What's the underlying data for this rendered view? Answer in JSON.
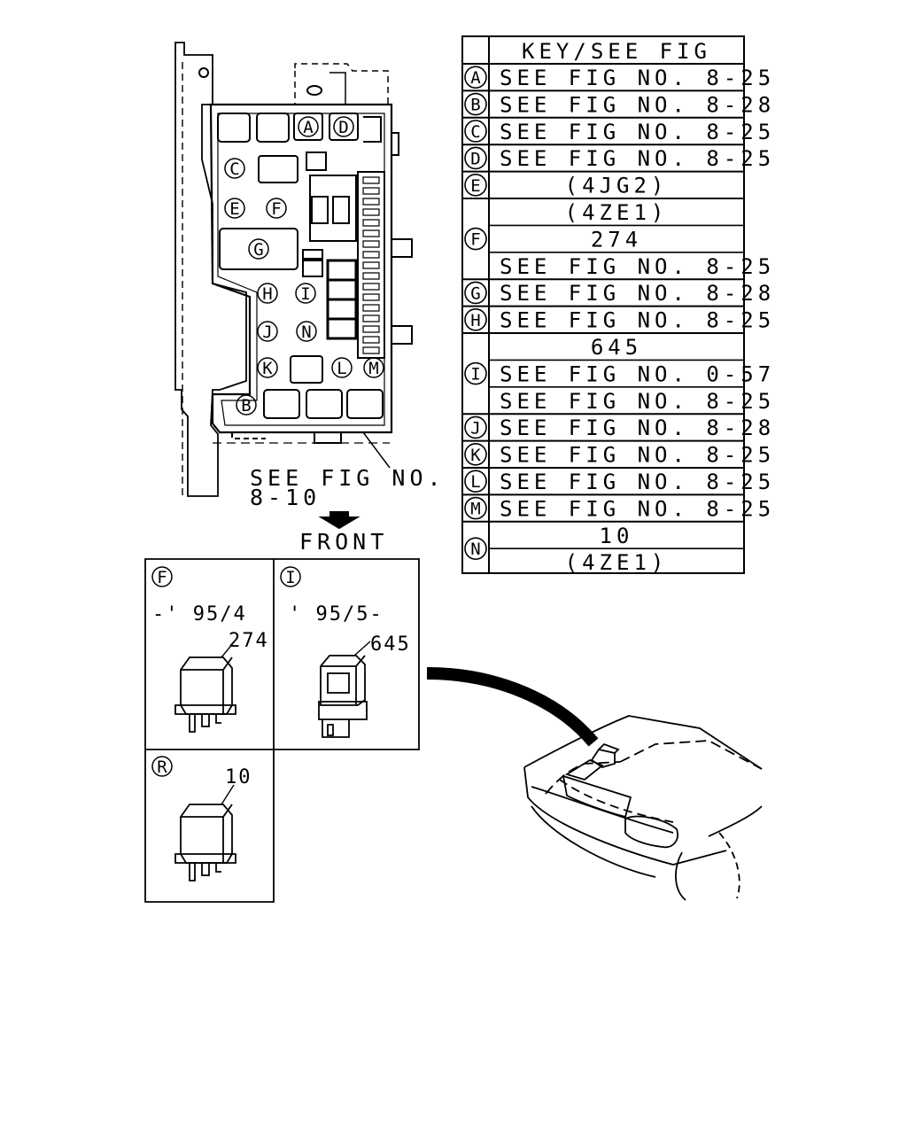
{
  "key_table": {
    "header": "KEY/SEE FIG",
    "rows": [
      {
        "key": "A",
        "entries": [
          "SEE FIG NO. 8-25"
        ]
      },
      {
        "key": "B",
        "entries": [
          "SEE FIG NO. 8-28"
        ]
      },
      {
        "key": "C",
        "entries": [
          "SEE FIG NO. 8-25"
        ]
      },
      {
        "key": "D",
        "entries": [
          "SEE FIG NO. 8-25"
        ]
      },
      {
        "key": "E",
        "entries": [
          "(4JG2)"
        ]
      },
      {
        "key": "F",
        "entries": [
          "(4ZE1)",
          "274",
          "SEE FIG NO. 8-25"
        ]
      },
      {
        "key": "G",
        "entries": [
          "SEE FIG NO. 8-28"
        ]
      },
      {
        "key": "H",
        "entries": [
          "SEE FIG NO. 8-25"
        ]
      },
      {
        "key": "I",
        "entries": [
          "645",
          "SEE FIG NO. 0-57",
          "SEE FIG NO. 8-25"
        ]
      },
      {
        "key": "J",
        "entries": [
          "SEE FIG NO. 8-28"
        ]
      },
      {
        "key": "K",
        "entries": [
          "SEE FIG NO. 8-25"
        ]
      },
      {
        "key": "L",
        "entries": [
          "SEE FIG NO. 8-25"
        ]
      },
      {
        "key": "M",
        "entries": [
          "SEE FIG NO. 8-25"
        ]
      },
      {
        "key": "N",
        "entries": [
          "10",
          "(4ZE1)"
        ]
      }
    ]
  },
  "fuse_box": {
    "see_fig_line1": "SEE FIG NO.",
    "see_fig_line2": "8-10",
    "front_label": "FRONT",
    "callouts": [
      "A",
      "B",
      "C",
      "D",
      "E",
      "F",
      "G",
      "H",
      "I",
      "J",
      "K",
      "L",
      "M",
      "N"
    ]
  },
  "relay_panels": {
    "f": {
      "key": "F",
      "date": "-' 95/4",
      "part": "274"
    },
    "i": {
      "key": "I",
      "date": "' 95/5-",
      "part": "645"
    },
    "r": {
      "key": "R",
      "part": "10"
    }
  }
}
